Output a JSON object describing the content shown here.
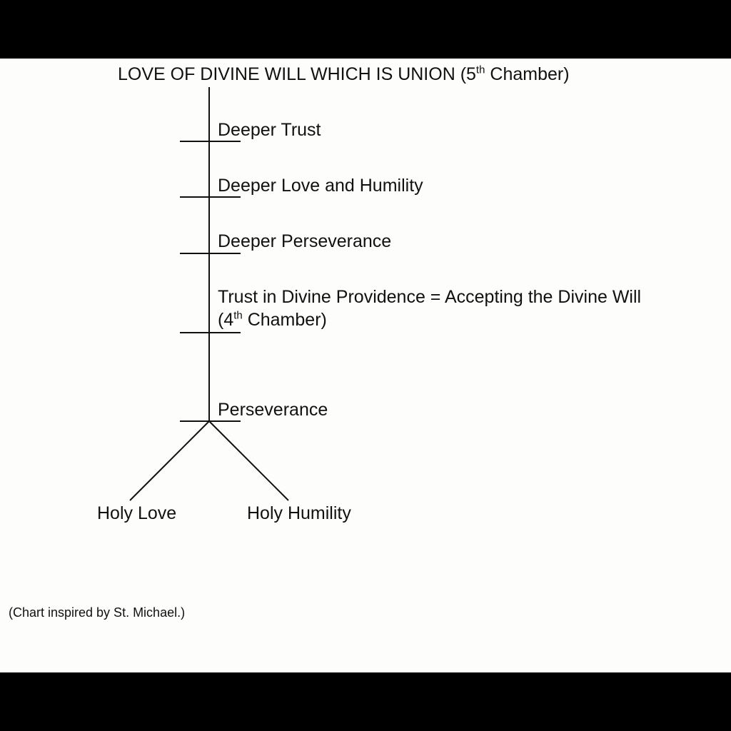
{
  "title": {
    "before_sup": "LOVE OF DIVINE WILL WHICH IS UNION (5",
    "sup": "th",
    "after_sup": " Chamber)"
  },
  "steps": [
    {
      "label": "Deeper Trust"
    },
    {
      "label": "Deeper Love and Humility"
    },
    {
      "label": "Deeper Perseverance"
    },
    {
      "line1": "Trust in Divine Providence = Accepting the Divine Will",
      "line2_before_sup": "(4",
      "line2_sup": "th",
      "line2_after_sup": " Chamber)"
    },
    {
      "label": "Perseverance"
    }
  ],
  "branches": {
    "left": "Holy Love",
    "right": "Holy Humility"
  },
  "footnote": "(Chart inspired by St. Michael.)"
}
